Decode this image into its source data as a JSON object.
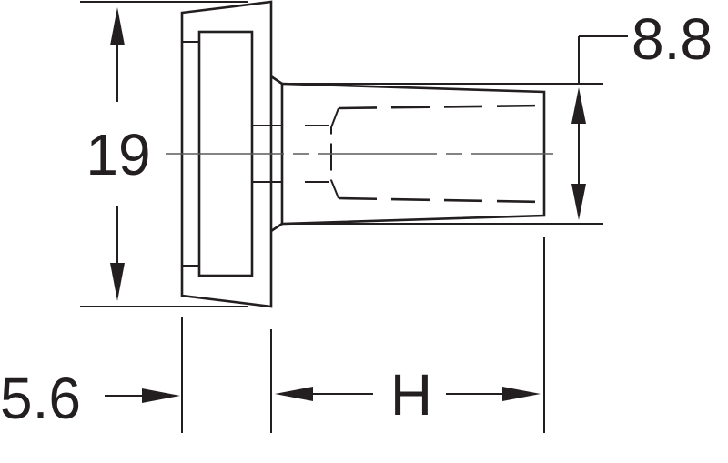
{
  "diagram": {
    "dimensions": {
      "overall_diameter": "19",
      "shaft_diameter": "8.8",
      "flange_thickness": "5.6",
      "shaft_length": "H"
    }
  },
  "colors": {
    "line": "#231f20",
    "centerline": "#5a5a5a",
    "background": "#ffffff"
  }
}
